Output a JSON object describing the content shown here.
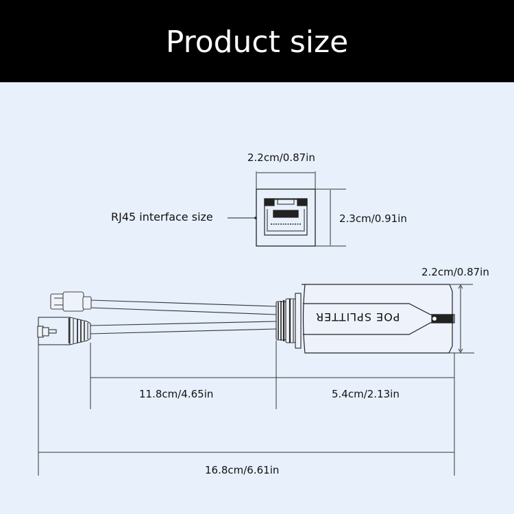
{
  "header": {
    "title": "Product size"
  },
  "colors": {
    "header_bg": "#000000",
    "header_text": "#ffffff",
    "background": "#e8f0fb",
    "line": "#222222"
  },
  "rj45": {
    "label": "RJ45 interface size",
    "width_dim": "2.2cm/0.87in",
    "height_dim": "2.3cm/0.91in"
  },
  "device": {
    "body_text": "POE SPLITTER",
    "height_dim": "2.2cm/0.87in",
    "cable_length_dim": "11.8cm/4.65in",
    "body_length_dim": "5.4cm/2.13in",
    "total_length_dim": "16.8cm/6.61in"
  }
}
